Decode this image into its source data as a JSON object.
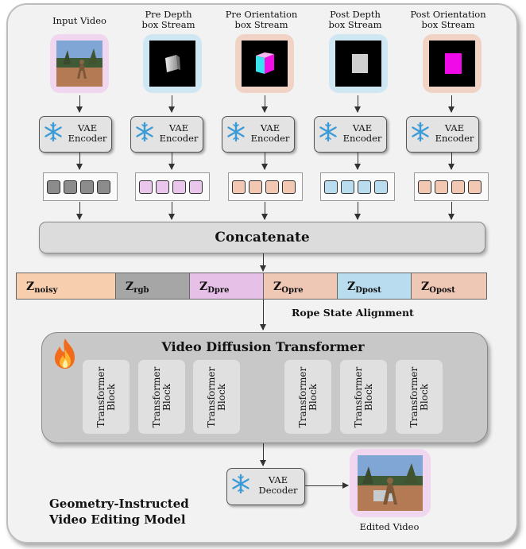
{
  "columns": [
    {
      "label_lines": [
        "Input Video"
      ],
      "bg": "#f0d7ef"
    },
    {
      "label_lines": [
        "Pre Depth",
        "box Stream"
      ],
      "bg": "#cfe7f3"
    },
    {
      "label_lines": [
        "Pre Orientation",
        "box Stream"
      ],
      "bg": "#f1d3c5"
    },
    {
      "label_lines": [
        "Post Depth",
        "box Stream"
      ],
      "bg": "#cfe7f3"
    },
    {
      "label_lines": [
        "Post Orientation",
        "box Stream"
      ],
      "bg": "#f1d3c5"
    }
  ],
  "encoder": {
    "line1": "VAE",
    "line2": "Encoder"
  },
  "latent_colors": [
    "#8c8c8c",
    "#eac6ec",
    "#f3c8b3",
    "#b9dcef",
    "#f3c8b3"
  ],
  "concatenate": "Concatenate",
  "z_segments": [
    {
      "z": "Z",
      "sub": "noisy",
      "color": "#f7ceae"
    },
    {
      "z": "Z",
      "sub": "rgb",
      "color": "#a6a6a6"
    },
    {
      "z": "Z",
      "sub": "Dpre",
      "color": "#e6c0e7"
    },
    {
      "z": "Z",
      "sub": "Opre",
      "color": "#efc8b5"
    },
    {
      "z": "Z",
      "sub": "Dpost",
      "color": "#b9dcef"
    },
    {
      "z": "Z",
      "sub": "Opost",
      "color": "#efc8b5"
    }
  ],
  "rope_label": "Rope State Alignment",
  "transformer": {
    "title": "Video Diffusion Transformer",
    "blocks": [
      {
        "line1": "Transformer",
        "line2": "Block"
      },
      {
        "line1": "Transformer",
        "line2": "Block"
      },
      {
        "line1": "Transformer",
        "line2": "Block"
      },
      {
        "line1": "Transformer",
        "line2": "Block"
      },
      {
        "line1": "Transformer",
        "line2": "Block"
      },
      {
        "line1": "Transformer",
        "line2": "Block"
      }
    ]
  },
  "decoder": {
    "line1": "VAE",
    "line2": "Decoder"
  },
  "model_label": [
    "Geometry-Instructed",
    "Video Editing Model"
  ],
  "edited_label": "Edited Video",
  "edited_bg": "#f0d7ef"
}
